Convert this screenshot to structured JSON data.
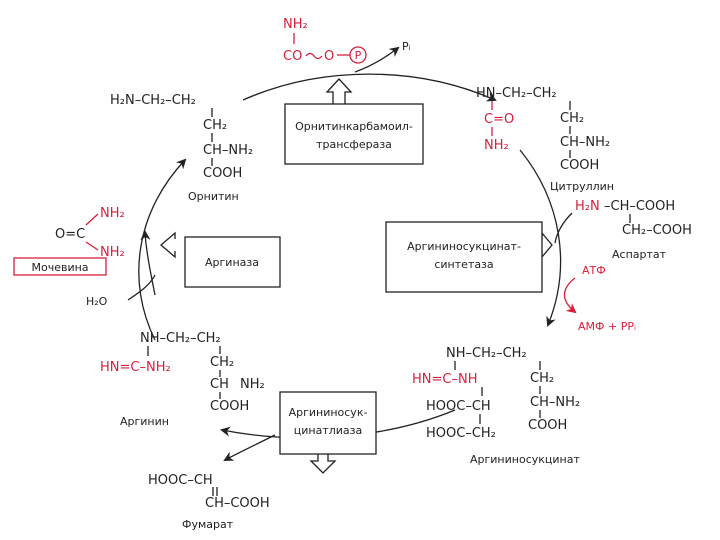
{
  "colors": {
    "ink": "#222222",
    "accent": "#d6203a",
    "box_fill": "#ffffff"
  },
  "enzymes": {
    "ornithine_transcarbamoylase": [
      "Орнитинкарбамоил-",
      "трансфераза"
    ],
    "argininosuccinate_synthetase": [
      "Аргининосукцинат-",
      "синтетаза"
    ],
    "arginase": [
      "Аргиназа"
    ],
    "argininosuccinate_lyase": [
      "Аргининосук-",
      "цинатлиаза"
    ]
  },
  "compounds": {
    "ornithine": {
      "name": "Орнитин",
      "lines": [
        "H₂N–CH₂–CH₂",
        "CH₂",
        "CH–NH₂",
        "COOH"
      ]
    },
    "citrulline": {
      "name": "Цитруллин",
      "lines": [
        "HN–CH₂–CH₂",
        "C=O",
        "NH₂",
        "CH₂",
        "CH–NH₂",
        "COOH"
      ]
    },
    "aspartate": {
      "name": "Аспартат",
      "lines": [
        "H₂N",
        "–CH–COOH",
        "CH₂–COOH"
      ]
    },
    "argininosuccinate": {
      "name": "Аргининосукцинат",
      "lines": [
        "NH–CH₂–CH₂",
        "HN=C–NH",
        "CH₂",
        "CH–NH₂",
        "HOOC–CH",
        "HOOC–CH₂",
        "COOH"
      ]
    },
    "arginine": {
      "name": "Аргинин",
      "lines": [
        "NH–CH₂–CH₂",
        "HN=C–NH₂",
        "CH₂",
        "CH",
        "NH₂",
        "COOH"
      ]
    },
    "urea": {
      "name": "Мочевина",
      "lines": [
        "NH₂",
        "O=C",
        "NH₂"
      ]
    },
    "fumarate": {
      "name": "Фумарат",
      "lines": [
        "HOOC–CH",
        "CH–COOH"
      ]
    },
    "carbamoyl_phosphate": {
      "lines": [
        "NH₂",
        "CO",
        "O",
        "P"
      ]
    }
  },
  "cofactors": {
    "water": "H₂O",
    "atp": "АТФ",
    "amp_ppi": "АМФ + PPᵢ",
    "pi": "Pᵢ"
  }
}
